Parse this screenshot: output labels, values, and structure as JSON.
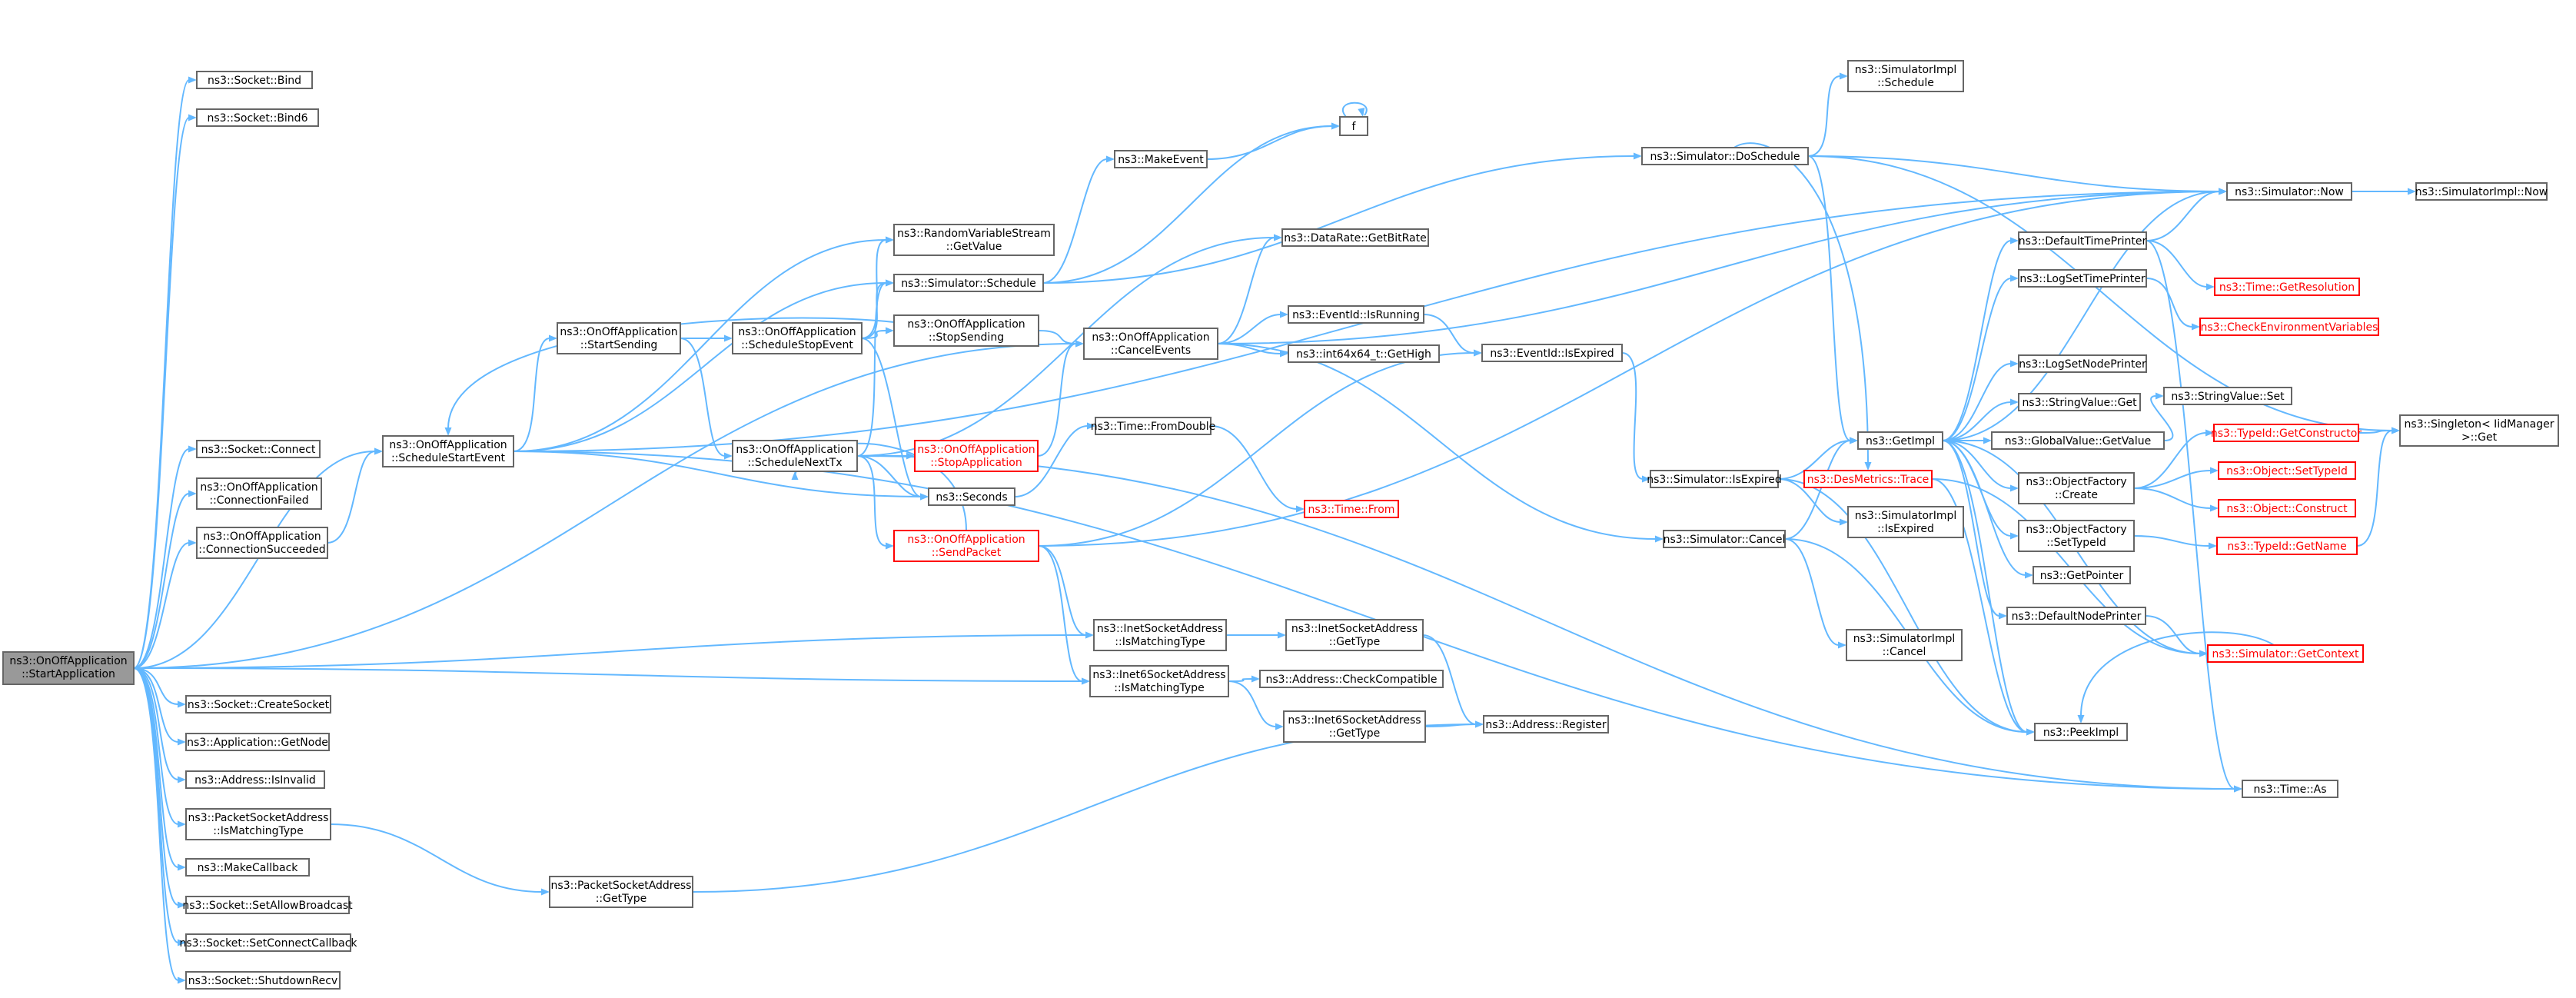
{
  "graph": {
    "edge_color": "#63b8ff",
    "node_border": "#666666",
    "root_fill": "#999999",
    "highlight_border": "#ff0000",
    "nodes": [
      {
        "id": "root",
        "lines": [
          "ns3::OnOffApplication",
          "::StartApplication"
        ],
        "style": "root"
      },
      {
        "id": "bind",
        "lines": [
          "ns3::Socket::Bind"
        ]
      },
      {
        "id": "bind6",
        "lines": [
          "ns3::Socket::Bind6"
        ]
      },
      {
        "id": "connect",
        "lines": [
          "ns3::Socket::Connect"
        ]
      },
      {
        "id": "connfailed",
        "lines": [
          "ns3::OnOffApplication",
          "::ConnectionFailed"
        ]
      },
      {
        "id": "connsucc",
        "lines": [
          "ns3::OnOffApplication",
          "::ConnectionSucceeded"
        ]
      },
      {
        "id": "createsocket",
        "lines": [
          "ns3::Socket::CreateSocket"
        ]
      },
      {
        "id": "getnode",
        "lines": [
          "ns3::Application::GetNode"
        ]
      },
      {
        "id": "isinvalid",
        "lines": [
          "ns3::Address::IsInvalid"
        ]
      },
      {
        "id": "pktmatch",
        "lines": [
          "ns3::PacketSocketAddress",
          "::IsMatchingType"
        ]
      },
      {
        "id": "makecallback",
        "lines": [
          "ns3::MakeCallback"
        ]
      },
      {
        "id": "allowbcast",
        "lines": [
          "ns3::Socket::SetAllowBroadcast"
        ]
      },
      {
        "id": "setconncb",
        "lines": [
          "ns3::Socket::SetConnectCallback"
        ]
      },
      {
        "id": "shutdownrecv",
        "lines": [
          "ns3::Socket::ShutdownRecv"
        ]
      },
      {
        "id": "schedstart",
        "lines": [
          "ns3::OnOffApplication",
          "::ScheduleStartEvent"
        ]
      },
      {
        "id": "pktgettype",
        "lines": [
          "ns3::PacketSocketAddress",
          "::GetType"
        ]
      },
      {
        "id": "startsending",
        "lines": [
          "ns3::OnOffApplication",
          "::StartSending"
        ]
      },
      {
        "id": "rvsgetvalue",
        "lines": [
          "ns3::RandomVariableStream",
          "::GetValue"
        ]
      },
      {
        "id": "simschedule",
        "lines": [
          "ns3::Simulator::Schedule"
        ]
      },
      {
        "id": "schedstop",
        "lines": [
          "ns3::OnOffApplication",
          "::ScheduleStopEvent"
        ]
      },
      {
        "id": "stopsending",
        "lines": [
          "ns3::OnOffApplication",
          "::StopSending"
        ]
      },
      {
        "id": "schednexttx",
        "lines": [
          "ns3::OnOffApplication",
          "::ScheduleNextTx"
        ]
      },
      {
        "id": "stopapp",
        "lines": [
          "ns3::OnOffApplication",
          "::StopApplication"
        ],
        "style": "red"
      },
      {
        "id": "seconds",
        "lines": [
          "ns3::Seconds"
        ]
      },
      {
        "id": "sendpacket",
        "lines": [
          "ns3::OnOffApplication",
          "::SendPacket"
        ],
        "style": "red"
      },
      {
        "id": "inetmatch",
        "lines": [
          "ns3::InetSocketAddress",
          "::IsMatchingType"
        ]
      },
      {
        "id": "inet6match",
        "lines": [
          "ns3::Inet6SocketAddress",
          "::IsMatchingType"
        ]
      },
      {
        "id": "makeevent",
        "lines": [
          "ns3::MakeEvent"
        ]
      },
      {
        "id": "f",
        "lines": [
          "f"
        ]
      },
      {
        "id": "getbitrate",
        "lines": [
          "ns3::DataRate::GetBitRate"
        ]
      },
      {
        "id": "cancelevents",
        "lines": [
          "ns3::OnOffApplication",
          "::CancelEvents"
        ]
      },
      {
        "id": "fromdouble",
        "lines": [
          "ns3::Time::FromDouble"
        ]
      },
      {
        "id": "timefrom",
        "lines": [
          "ns3::Time::From"
        ],
        "style": "red"
      },
      {
        "id": "inetgettype",
        "lines": [
          "ns3::InetSocketAddress",
          "::GetType"
        ]
      },
      {
        "id": "checkcompat",
        "lines": [
          "ns3::Address::CheckCompatible"
        ]
      },
      {
        "id": "inet6gettype",
        "lines": [
          "ns3::Inet6SocketAddress",
          "::GetType"
        ]
      },
      {
        "id": "isrunning",
        "lines": [
          "ns3::EventId::IsRunning"
        ]
      },
      {
        "id": "gethigh",
        "lines": [
          "ns3::int64x64_t::GetHigh"
        ]
      },
      {
        "id": "eventisexpired",
        "lines": [
          "ns3::EventId::IsExpired"
        ]
      },
      {
        "id": "register",
        "lines": [
          "ns3::Address::Register"
        ]
      },
      {
        "id": "doschedule",
        "lines": [
          "ns3::Simulator::DoSchedule"
        ]
      },
      {
        "id": "simimplschedule",
        "lines": [
          "ns3::SimulatorImpl",
          "::Schedule"
        ]
      },
      {
        "id": "simisexpired",
        "lines": [
          "ns3::Simulator::IsExpired"
        ]
      },
      {
        "id": "simcancel",
        "lines": [
          "ns3::Simulator::Cancel"
        ]
      },
      {
        "id": "getimpl",
        "lines": [
          "ns3::GetImpl"
        ]
      },
      {
        "id": "destrace",
        "lines": [
          "ns3::DesMetrics::Trace"
        ],
        "style": "red"
      },
      {
        "id": "simimplisexpired",
        "lines": [
          "ns3::SimulatorImpl",
          "::IsExpired"
        ]
      },
      {
        "id": "simimplcancel",
        "lines": [
          "ns3::SimulatorImpl",
          "::Cancel"
        ]
      },
      {
        "id": "simnow",
        "lines": [
          "ns3::Simulator::Now"
        ]
      },
      {
        "id": "simimplnow",
        "lines": [
          "ns3::SimulatorImpl::Now"
        ]
      },
      {
        "id": "defaulttimeprinter",
        "lines": [
          "ns3::DefaultTimePrinter"
        ]
      },
      {
        "id": "getresolution",
        "lines": [
          "ns3::Time::GetResolution"
        ],
        "style": "red"
      },
      {
        "id": "logsettimeprinter",
        "lines": [
          "ns3::LogSetTimePrinter"
        ]
      },
      {
        "id": "checkenv",
        "lines": [
          "ns3::CheckEnvironmentVariables"
        ],
        "style": "red"
      },
      {
        "id": "logsetnodeprinter",
        "lines": [
          "ns3::LogSetNodePrinter"
        ]
      },
      {
        "id": "strvalget",
        "lines": [
          "ns3::StringValue::Get"
        ]
      },
      {
        "id": "strvalset",
        "lines": [
          "ns3::StringValue::Set"
        ]
      },
      {
        "id": "globalvalue",
        "lines": [
          "ns3::GlobalValue::GetValue"
        ]
      },
      {
        "id": "getconstructor",
        "lines": [
          "ns3::TypeId::GetConstructor"
        ],
        "style": "red"
      },
      {
        "id": "singletonget",
        "lines": [
          "ns3::Singleton< IidManager",
          "  >::Get"
        ]
      },
      {
        "id": "ofcreate",
        "lines": [
          "ns3::ObjectFactory",
          "::Create"
        ]
      },
      {
        "id": "setobjtypeid",
        "lines": [
          "ns3::Object::SetTypeId"
        ],
        "style": "red"
      },
      {
        "id": "objconstruct",
        "lines": [
          "ns3::Object::Construct"
        ],
        "style": "red"
      },
      {
        "id": "ofsettypeid",
        "lines": [
          "ns3::ObjectFactory",
          "::SetTypeId"
        ]
      },
      {
        "id": "typeidgetname",
        "lines": [
          "ns3::TypeId::GetName"
        ],
        "style": "red"
      },
      {
        "id": "getpointer",
        "lines": [
          "ns3::GetPointer"
        ]
      },
      {
        "id": "defaultnodeprinter",
        "lines": [
          "ns3::DefaultNodePrinter"
        ]
      },
      {
        "id": "simgetcontext",
        "lines": [
          "ns3::Simulator::GetContext"
        ],
        "style": "red"
      },
      {
        "id": "peekimpl",
        "lines": [
          "ns3::PeekImpl"
        ]
      },
      {
        "id": "timeas",
        "lines": [
          "ns3::Time::As"
        ]
      }
    ]
  }
}
